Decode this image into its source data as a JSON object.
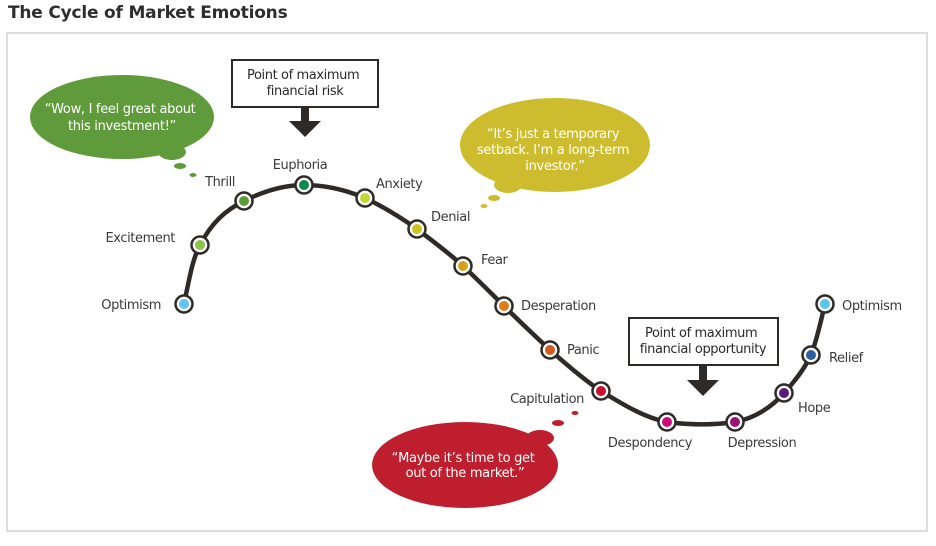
{
  "title": "The Cycle of Market Emotions",
  "colors": {
    "curve": "#2d2a27",
    "node_ring": "#2d2a27",
    "label": "#3a3a3a",
    "arrow": "#2d2a27"
  },
  "stages": [
    {
      "name": "Optimism",
      "color": "#5bc4ef",
      "label_side": "left"
    },
    {
      "name": "Excitement",
      "color": "#8cc34a",
      "label_side": "left"
    },
    {
      "name": "Thrill",
      "color": "#5c9c34",
      "label_side": "above-left"
    },
    {
      "name": "Euphoria",
      "color": "#0a8a4a",
      "label_side": "above"
    },
    {
      "name": "Anxiety",
      "color": "#c3d63a",
      "label_side": "right"
    },
    {
      "name": "Denial",
      "color": "#cfc21e",
      "label_side": "right"
    },
    {
      "name": "Fear",
      "color": "#d7a21a",
      "label_side": "right"
    },
    {
      "name": "Desperation",
      "color": "#dc7d1c",
      "label_side": "right"
    },
    {
      "name": "Panic",
      "color": "#d25b1f",
      "label_side": "right"
    },
    {
      "name": "Capitulation",
      "color": "#c8102e",
      "label_side": "left"
    },
    {
      "name": "Despondency",
      "color": "#cc0a7a",
      "label_side": "below"
    },
    {
      "name": "Depression",
      "color": "#9b1077",
      "label_side": "below"
    },
    {
      "name": "Hope",
      "color": "#5a1a78",
      "label_side": "below-right"
    },
    {
      "name": "Relief",
      "color": "#2f5e9c",
      "label_side": "right"
    },
    {
      "name": "Optimism",
      "color": "#5bc4ef",
      "label_side": "right"
    }
  ],
  "bubbles": [
    {
      "lines": [
        "“Wow, I feel great about",
        "this investment!”"
      ],
      "color": "#5f9b3a"
    },
    {
      "lines": [
        "“It’s just a temporary",
        "setback. I’m a long-term",
        "investor.”"
      ],
      "color": "#cdbd2e"
    },
    {
      "lines": [
        "“Maybe it’s time to get",
        "out of the market.”"
      ],
      "color": "#be1e2d"
    }
  ],
  "callouts": [
    {
      "lines": [
        "Point of maximum",
        "financial risk"
      ]
    },
    {
      "lines": [
        "Point of maximum",
        "financial opportunity"
      ]
    }
  ]
}
